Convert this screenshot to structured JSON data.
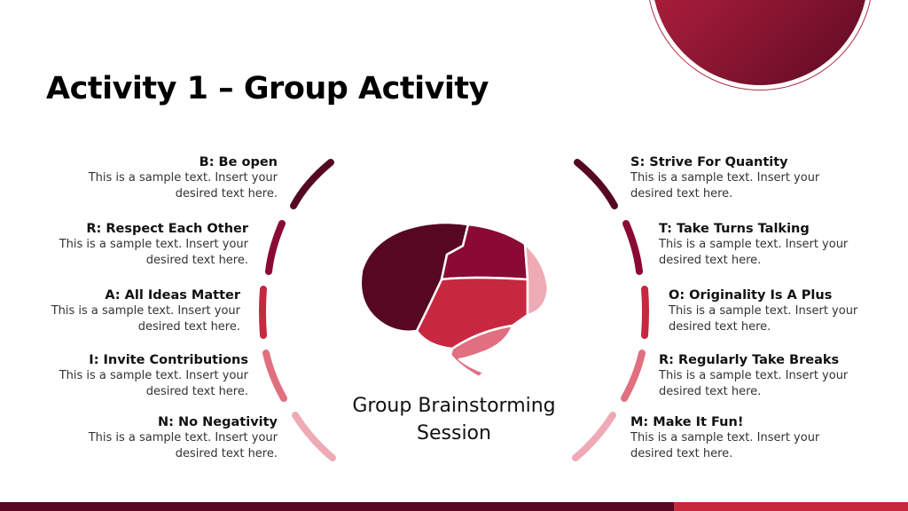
{
  "slide": {
    "title": "Activity 1 – Group Activity",
    "center_label_line1": "Group Brainstorming",
    "center_label_line2": "Session",
    "colors": {
      "maroon_dark": "#560822",
      "maroon": "#8a0a35",
      "crimson": "#c8283f",
      "rose": "#e07080",
      "pink": "#eeaab5"
    }
  },
  "left_items": [
    {
      "heading": "B: Be open",
      "line1": "This is a sample text. Insert your",
      "line2": "desired text here."
    },
    {
      "heading": "R: Respect Each Other",
      "line1": "This is a sample text. Insert your",
      "line2": "desired text here."
    },
    {
      "heading": "A: All Ideas Matter",
      "line1": "This is a sample text. Insert your",
      "line2": "desired text here."
    },
    {
      "heading": "I: Invite Contributions",
      "line1": "This is a sample text. Insert your",
      "line2": "desired text here."
    },
    {
      "heading": "N: No Negativity",
      "line1": "This is a sample text. Insert your",
      "line2": "desired text here."
    }
  ],
  "right_items": [
    {
      "heading": "S: Strive For Quantity",
      "line1": "This is a sample text. Insert your",
      "line2": "desired text here."
    },
    {
      "heading": "T: Take Turns Talking",
      "line1": "This is a sample text. Insert your",
      "line2": "desired text here."
    },
    {
      "heading": "O: Originality Is A Plus",
      "line1": "This is a sample text. Insert your",
      "line2": "desired text here."
    },
    {
      "heading": "R: Regularly Take Breaks",
      "line1": "This is a sample text. Insert your",
      "line2": "desired text here."
    },
    {
      "heading": "M: Make It Fun!",
      "line1": "This is a sample text. Insert your",
      "line2": "desired text here."
    }
  ]
}
